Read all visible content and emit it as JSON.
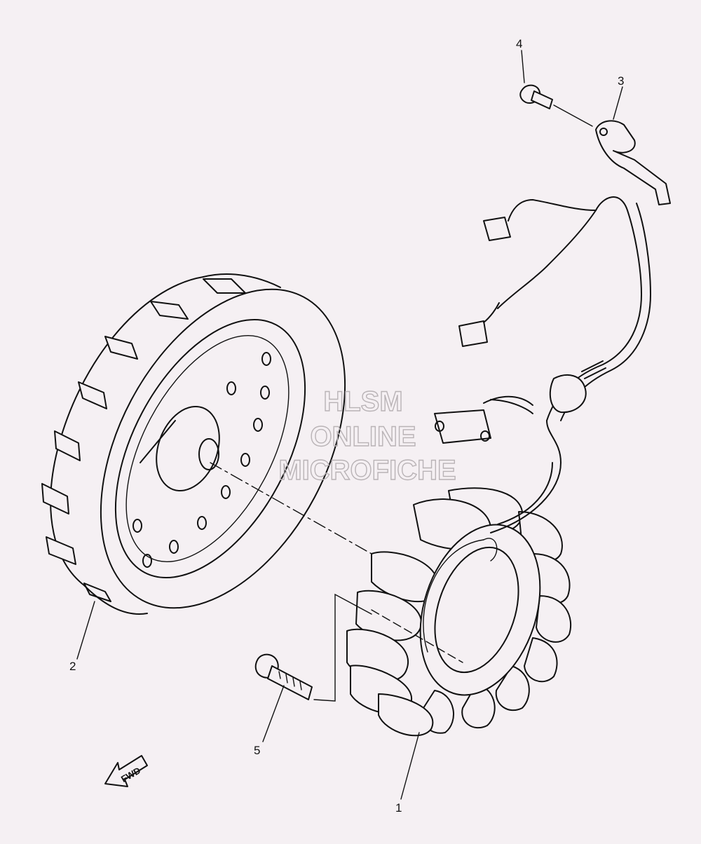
{
  "callouts": [
    {
      "id": "1",
      "text": "1"
    },
    {
      "id": "2",
      "text": "2"
    },
    {
      "id": "3",
      "text": "3"
    },
    {
      "id": "4",
      "text": "4"
    },
    {
      "id": "5",
      "text": "5"
    }
  ],
  "watermark": {
    "line1": "HLSM",
    "line2": "ONLINE",
    "line3": "MICROFICHE"
  },
  "direction_indicator": {
    "label": "FWD",
    "icon": "arrow-left-icon"
  },
  "colors": {
    "background": "#f5f0f3",
    "line": "#111111",
    "watermark": "#b9b3b6"
  }
}
